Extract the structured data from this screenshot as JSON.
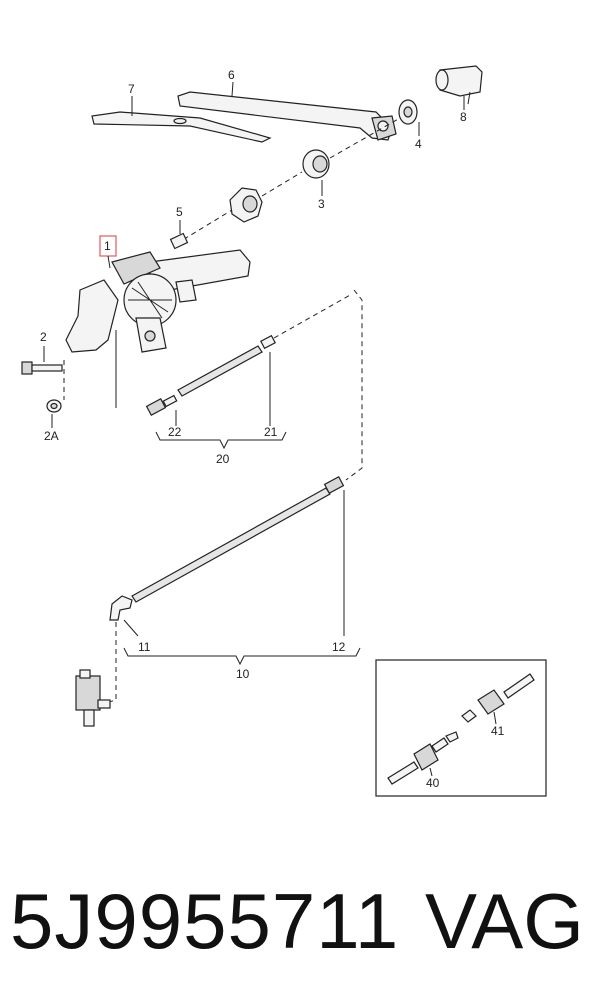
{
  "callouts": {
    "c1": "1",
    "c2": "2",
    "c2a": "2A",
    "c3": "3",
    "c4": "4",
    "c5": "5",
    "c6": "6",
    "c7": "7",
    "c8": "8",
    "c10": "10",
    "c11": "11",
    "c12": "12",
    "c20": "20",
    "c21": "21",
    "c22": "22",
    "c40": "40",
    "c41": "41"
  },
  "footer": {
    "part_number": "5J9955711",
    "brand": "VAG"
  },
  "colors": {
    "highlight_box": "#e05a5a",
    "line": "#222222"
  }
}
